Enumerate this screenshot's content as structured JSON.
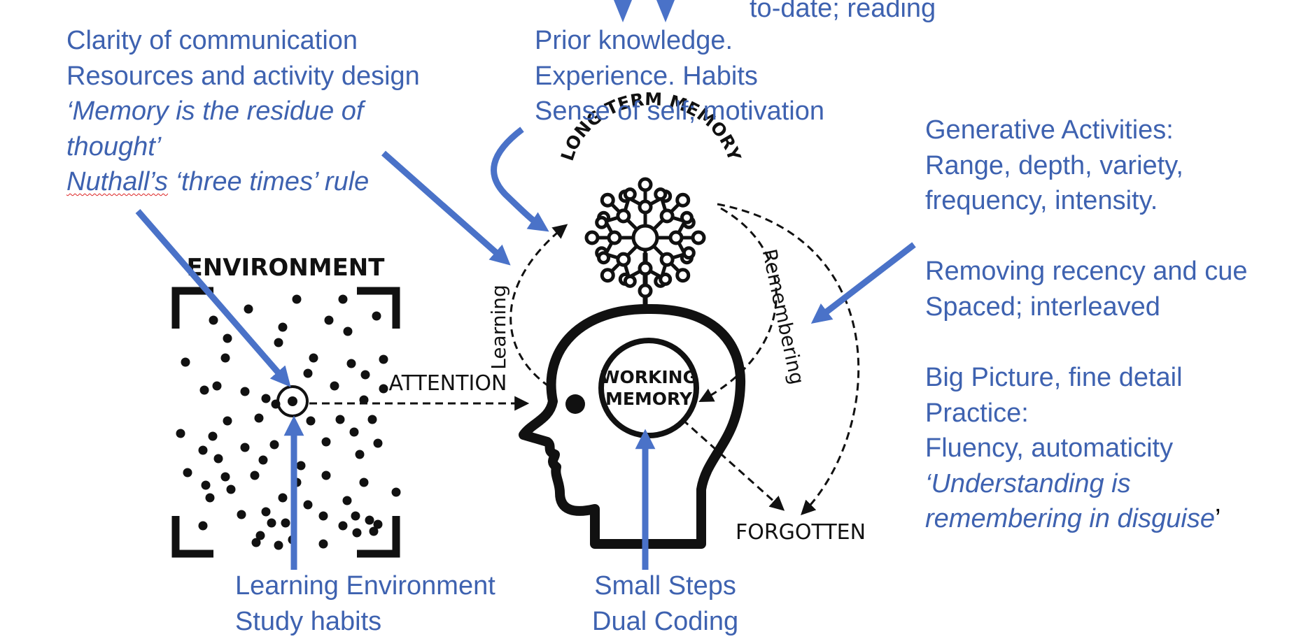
{
  "colors": {
    "annotation_blue": "#3e62b0",
    "arrow_blue": "#4a72c8",
    "diagram_black": "#111111"
  },
  "top_fragment": "to-date; reading",
  "left_notes": {
    "line1": "Clarity of communication",
    "line2": "Resources and activity design",
    "line3": "‘Memory is the residue of",
    "line4": "thought’",
    "line5_name": "Nuthall’s",
    "line5_rest": " ‘three times’ rule"
  },
  "center_notes": {
    "line1": "Prior knowledge.",
    "line2": "Experience. Habits",
    "line3": "Sense of self; motivation"
  },
  "right_notes": {
    "line1": "Generative Activities:",
    "line2": "Range, depth, variety,",
    "line3": "frequency, intensity.",
    "line4": "Removing recency and cue",
    "line5": "Spaced; interleaved",
    "line6": "Big Picture, fine detail",
    "line7": "Practice:",
    "line8": "Fluency, automaticity",
    "line9": "‘Understanding is",
    "line10": "remembering in disguise",
    "line10_end": "’"
  },
  "bottom_left_notes": {
    "line1": "Learning Environment",
    "line2": "Study habits"
  },
  "bottom_center_notes": {
    "line1": "Small Steps",
    "line2": "Dual Coding"
  },
  "diagram": {
    "environment": "ENVIRONMENT",
    "attention": "ATTENTION",
    "long_term_memory": "LONG TERM MEMORY",
    "working_memory_line1": "WORKING",
    "working_memory_line2": "MEMORY",
    "learning": "Learning",
    "remembering": "Remembering",
    "forgotten": "FORGOTTEN"
  }
}
